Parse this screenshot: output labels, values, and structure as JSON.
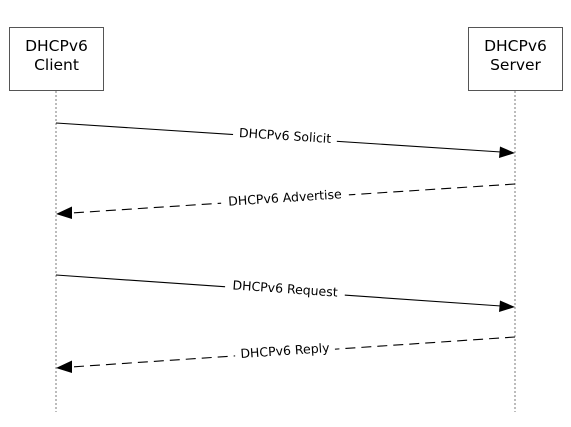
{
  "participants": {
    "client": {
      "line1": "DHCPv6",
      "line2": "Client"
    },
    "server": {
      "line1": "DHCPv6",
      "line2": "Server"
    }
  },
  "messages": [
    {
      "id": "solicit",
      "label": "DHCPv6 Solicit",
      "from": "client",
      "to": "server",
      "style": "solid"
    },
    {
      "id": "advertise",
      "label": "DHCPv6 Advertise",
      "from": "server",
      "to": "client",
      "style": "dashed"
    },
    {
      "id": "request",
      "label": "DHCPv6 Request",
      "from": "client",
      "to": "server",
      "style": "solid"
    },
    {
      "id": "reply",
      "label": "DHCPv6 Reply",
      "from": "server",
      "to": "client",
      "style": "dashed"
    }
  ]
}
